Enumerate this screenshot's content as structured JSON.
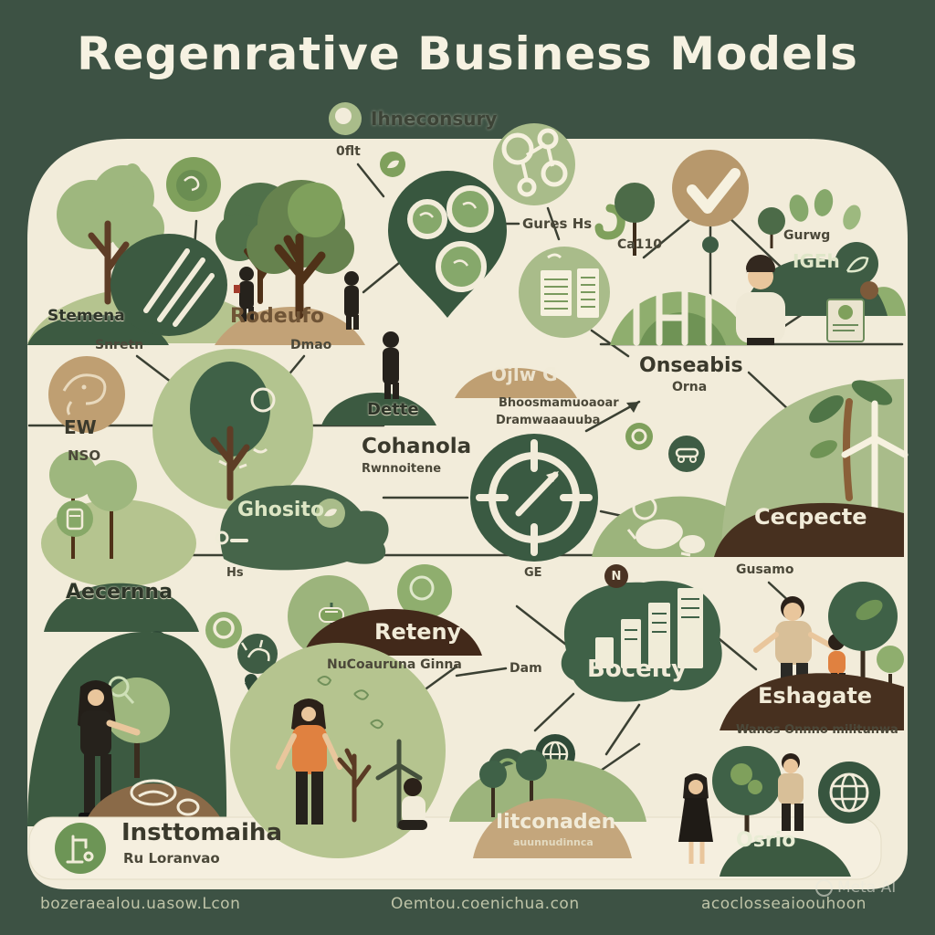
{
  "title": "Regenrative Business Models",
  "legend": {
    "label": "Ihneconsury"
  },
  "palette": {
    "background": "#3d5244",
    "canvas": "#f2ecda",
    "dark_green": "#3e5c44",
    "sage": "#a9bc8a",
    "tan": "#c2a277",
    "soil_brown": "#47301f",
    "orange": "#e08140"
  },
  "labels": {
    "stemena": "Stemena",
    "snretn": "Snretn",
    "rodeufo": "Rodeufo",
    "dmao": "Dmao",
    "oflt": "0flt",
    "gures_hs": "Gures Hs",
    "ca110": "Ca110",
    "igeh": "IGEh",
    "gurwg": "Gurwg",
    "onseabis": "Onseabis",
    "orna": "Orna",
    "ew": "EW",
    "nso": "NSO",
    "dette": "Dette",
    "cohanola": "Cohanola",
    "cohanola_sub": "Rwnnoitene",
    "ojlw": "Ojlw G",
    "bhoos_line1": "Bhoosmamuoaoar",
    "bhoos_line2": "Dramwaaauuba",
    "ghosito": "Ghosito",
    "cecpecte": "Cecpecte",
    "gusamo": "Gusamo",
    "ge": "GE",
    "n_badge": "N",
    "hs": "Hs",
    "aecernna": "Aecernna",
    "reteny": "Reteny",
    "reteny_sub": "NuCoauruna Ginna",
    "dam": "Dam",
    "bocelty": "Bocelty",
    "eshagate": "Eshagate",
    "eshagate_sub": "Wanos Onnno militunwa",
    "insttomaiha": "Insttomaiha",
    "insttomaiha_sub": "Ru Loranvao",
    "iitconaden": "Iitconaden",
    "iitconaden_sub": "auunnudinnca",
    "osrio": "Osrio"
  },
  "footer": {
    "left": "bozeraealou.uasow.Lcon",
    "center": "Oemtou.coenichua.con",
    "right": "acoclosseaioouhoon",
    "watermark": "Meta AI"
  }
}
